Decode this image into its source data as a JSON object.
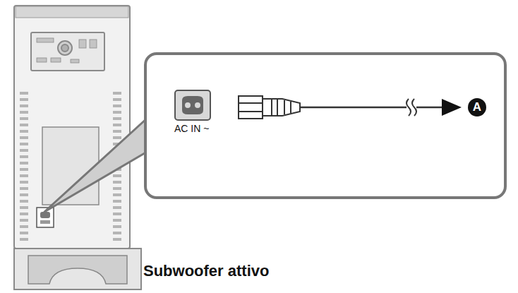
{
  "diagram": {
    "nodes": [
      {
        "text": [
          "A"
        ]
      }
    ],
    "labels": [
      "AC IN ~",
      "Subwoofer attivo"
    ]
  }
}
